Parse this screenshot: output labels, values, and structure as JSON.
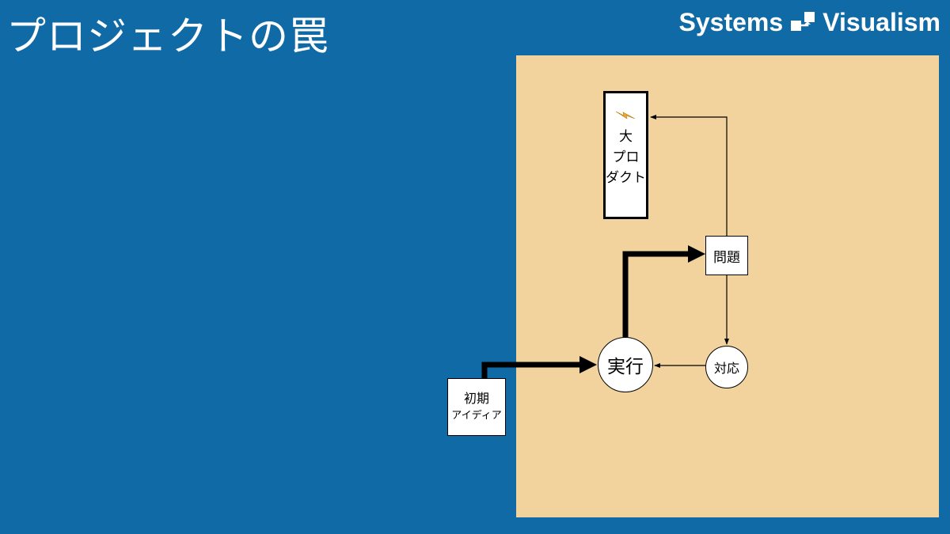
{
  "title": "プロジェクトの罠",
  "brand": {
    "left_word": "Systems",
    "right_word": "Visualism",
    "logo_icon": "flowchart-icon"
  },
  "colors": {
    "background": "#0f6aa6",
    "panel": "#f2d39e",
    "bolt": "#f0a830"
  },
  "diagram": {
    "nodes": {
      "product": {
        "line1": "大",
        "line2": "プロ",
        "line3": "ダクト",
        "icon": "lightning-bolt-icon"
      },
      "problem": {
        "label": "問題"
      },
      "respond": {
        "label": "対応"
      },
      "execute": {
        "label": "実行"
      },
      "initial": {
        "line1": "初期",
        "line2": "アイディア"
      }
    },
    "edges": [
      {
        "from": "initial",
        "to": "execute",
        "weight": "thick"
      },
      {
        "from": "execute",
        "to": "problem",
        "weight": "thick"
      },
      {
        "from": "problem",
        "to": "product",
        "weight": "thin"
      },
      {
        "from": "problem",
        "to": "respond",
        "weight": "thin"
      },
      {
        "from": "respond",
        "to": "execute",
        "weight": "thin"
      }
    ]
  }
}
